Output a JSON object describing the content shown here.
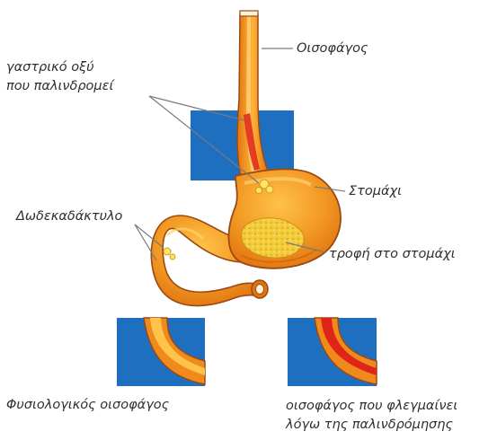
{
  "labels": {
    "esophagus": "Οισοφάγος",
    "gastric_acid_line1": "γαστρικό οξύ",
    "gastric_acid_line2": "που παλινδρομεί",
    "stomach": "Στομάχι",
    "duodenum": "Δωδεκαδάκτυλο",
    "food_in_stomach": "τροφή στο στομάχι",
    "normal_esophagus": "Φυσιολογικός οισοφάγος",
    "inflamed_line1": "οισοφάγος που φλεγμαίνει",
    "inflamed_line2": "λόγω της παλινδρόμησης"
  },
  "colors": {
    "blue_panel": "#1f6fc0",
    "organ_outline": "#9a4a12",
    "organ_fill": "#f08a1c",
    "organ_light": "#ffc24a",
    "food": "#f2cc3a",
    "acid": "#e0241a",
    "leader_line": "#7a7a7a",
    "text": "#2f2f2f"
  }
}
